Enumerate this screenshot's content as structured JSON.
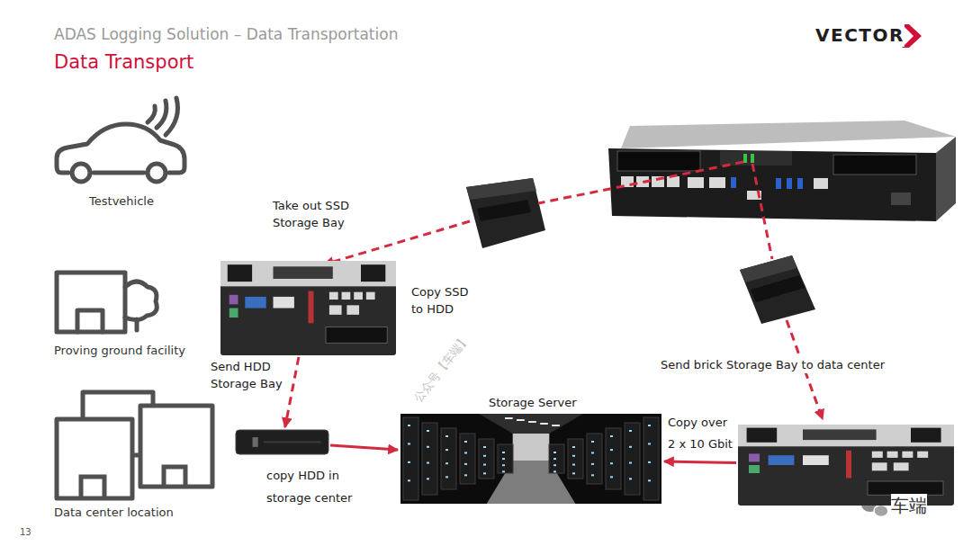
{
  "diagram": {
    "title": "Data Transport",
    "nodes": [
      {
        "text": [
          "Testvehicle"
        ]
      },
      {
        "text": [
          "Proving ground facility"
        ]
      },
      {
        "text": [
          "Data center location"
        ]
      },
      {
        "text": [
          "Copy SSD to HDD"
        ]
      },
      {
        "text": [
          "copy HDD in storage center"
        ]
      },
      {
        "text": [
          "Storage Server"
        ]
      },
      {
        "text": [
          "Copy over 2 x 10 Gbit"
        ]
      }
    ],
    "edges": [
      {
        "from": 3,
        "to": 4,
        "arrow": "to"
      },
      {
        "from": 4,
        "to": 5,
        "arrow": "to"
      },
      {
        "from": 6,
        "to": 5,
        "arrow": "to"
      }
    ],
    "labels": [
      "ADAS Logging Solution – Data Transportation",
      "VECTOR",
      "Take out SSD Storage Bay",
      "Send HDD Storage Bay",
      "Send brick Storage Bay to data center",
      "13",
      "公众号【车端】",
      "车端"
    ]
  }
}
